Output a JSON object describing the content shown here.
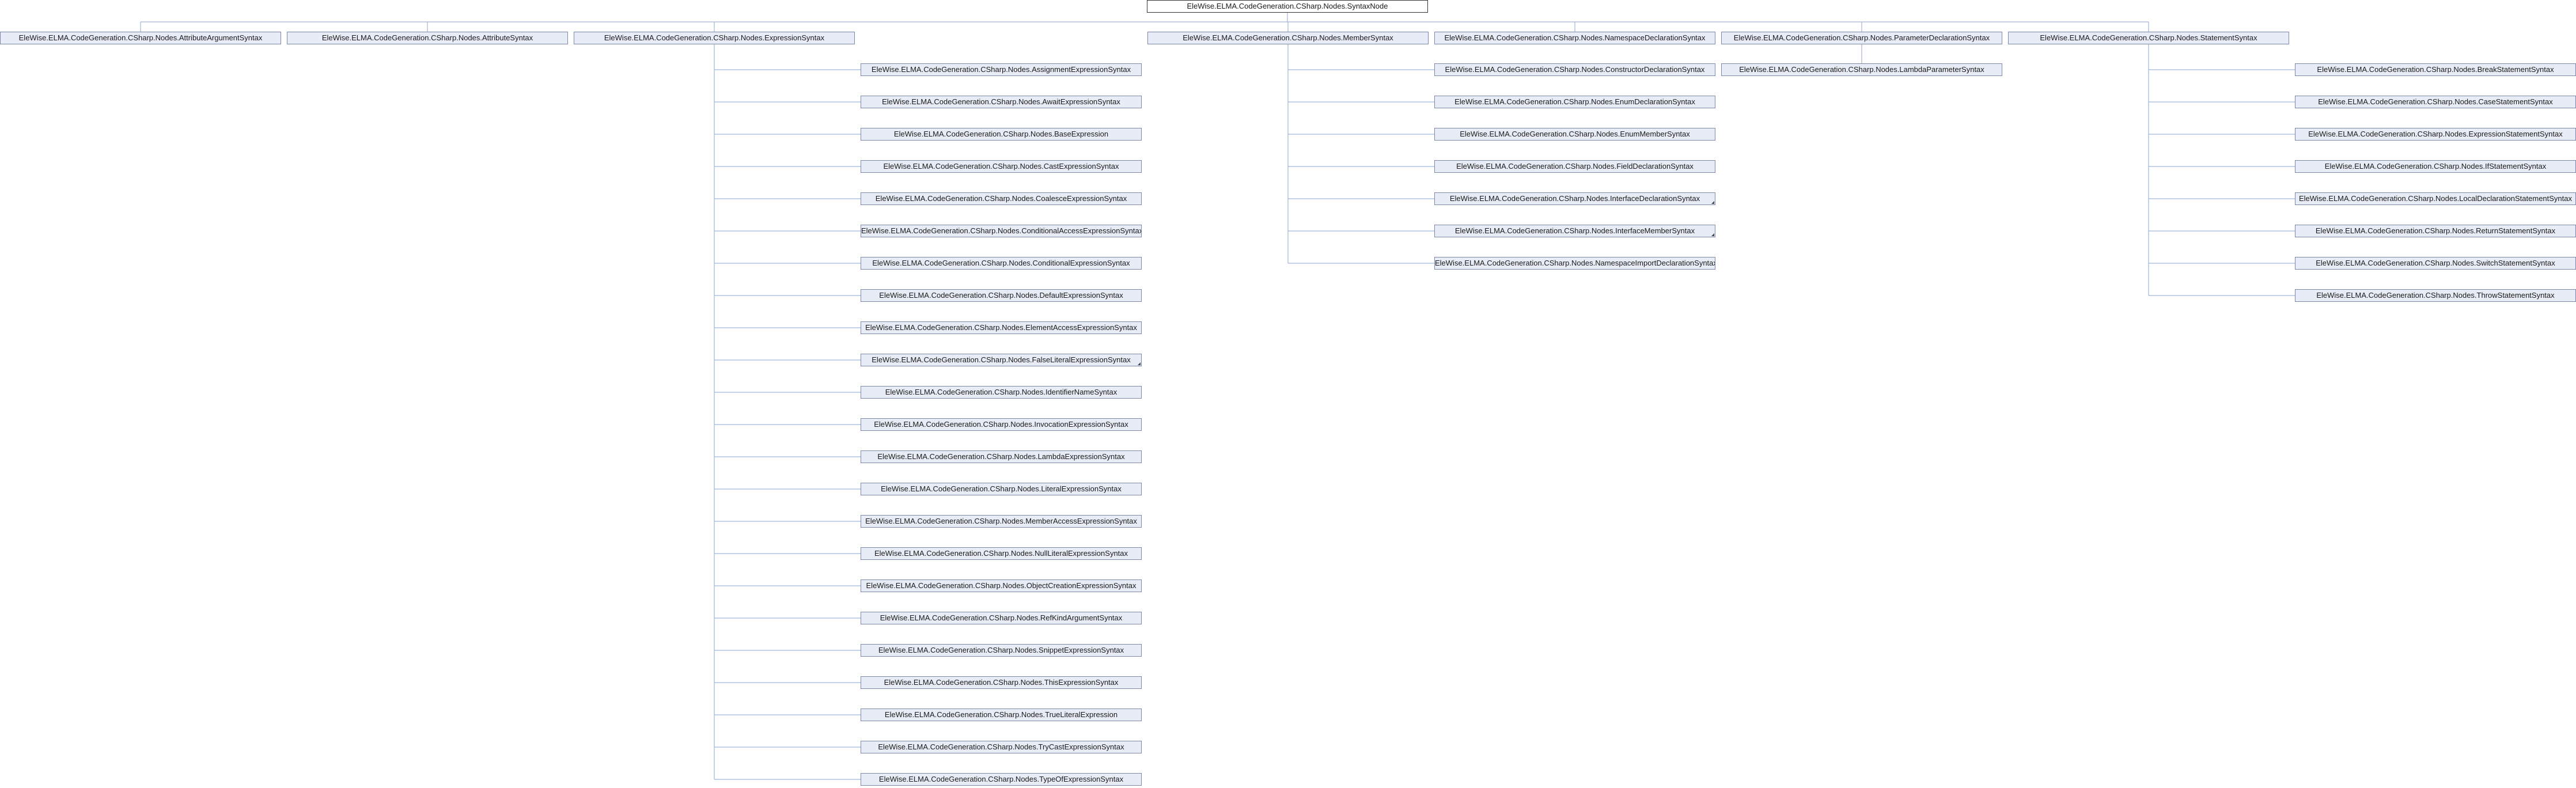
{
  "colors": {
    "node_fill": "#e8ecf6",
    "node_border": "#7a86a8",
    "root_fill": "#ffffff",
    "root_border": "#333333",
    "edge": "#9fb3d6"
  },
  "root": "EleWise.ELMA.CodeGeneration.CSharp.Nodes.SyntaxNode",
  "level1": [
    {
      "label": "EleWise.ELMA.CodeGeneration.CSharp.Nodes.AttributeArgumentSyntax",
      "children": [],
      "more": []
    },
    {
      "label": "EleWise.ELMA.CodeGeneration.CSharp.Nodes.AttributeSyntax",
      "children": [],
      "more": []
    },
    {
      "label": "EleWise.ELMA.CodeGeneration.CSharp.Nodes.ExpressionSyntax",
      "more": [
        9
      ],
      "children": [
        "EleWise.ELMA.CodeGeneration.CSharp.Nodes.AssignmentExpressionSyntax",
        "EleWise.ELMA.CodeGeneration.CSharp.Nodes.AwaitExpressionSyntax",
        "EleWise.ELMA.CodeGeneration.CSharp.Nodes.BaseExpression",
        "EleWise.ELMA.CodeGeneration.CSharp.Nodes.CastExpressionSyntax",
        "EleWise.ELMA.CodeGeneration.CSharp.Nodes.CoalesceExpressionSyntax",
        "EleWise.ELMA.CodeGeneration.CSharp.Nodes.ConditionalAccessExpressionSyntax",
        "EleWise.ELMA.CodeGeneration.CSharp.Nodes.ConditionalExpressionSyntax",
        "EleWise.ELMA.CodeGeneration.CSharp.Nodes.DefaultExpressionSyntax",
        "EleWise.ELMA.CodeGeneration.CSharp.Nodes.ElementAccessExpressionSyntax",
        "EleWise.ELMA.CodeGeneration.CSharp.Nodes.FalseLiteralExpressionSyntax",
        "EleWise.ELMA.CodeGeneration.CSharp.Nodes.IdentifierNameSyntax",
        "EleWise.ELMA.CodeGeneration.CSharp.Nodes.InvocationExpressionSyntax",
        "EleWise.ELMA.CodeGeneration.CSharp.Nodes.LambdaExpressionSyntax",
        "EleWise.ELMA.CodeGeneration.CSharp.Nodes.LiteralExpressionSyntax",
        "EleWise.ELMA.CodeGeneration.CSharp.Nodes.MemberAccessExpressionSyntax",
        "EleWise.ELMA.CodeGeneration.CSharp.Nodes.NullLiteralExpressionSyntax",
        "EleWise.ELMA.CodeGeneration.CSharp.Nodes.ObjectCreationExpressionSyntax",
        "EleWise.ELMA.CodeGeneration.CSharp.Nodes.RefKindArgumentSyntax",
        "EleWise.ELMA.CodeGeneration.CSharp.Nodes.SnippetExpressionSyntax",
        "EleWise.ELMA.CodeGeneration.CSharp.Nodes.ThisExpressionSyntax",
        "EleWise.ELMA.CodeGeneration.CSharp.Nodes.TrueLiteralExpression",
        "EleWise.ELMA.CodeGeneration.CSharp.Nodes.TryCastExpressionSyntax",
        "EleWise.ELMA.CodeGeneration.CSharp.Nodes.TypeOfExpressionSyntax"
      ]
    },
    {
      "label": "EleWise.ELMA.CodeGeneration.CSharp.Nodes.MemberSyntax",
      "more": [
        4,
        5
      ],
      "children": [
        "EleWise.ELMA.CodeGeneration.CSharp.Nodes.ConstructorDeclarationSyntax",
        "EleWise.ELMA.CodeGeneration.CSharp.Nodes.EnumDeclarationSyntax",
        "EleWise.ELMA.CodeGeneration.CSharp.Nodes.EnumMemberSyntax",
        "EleWise.ELMA.CodeGeneration.CSharp.Nodes.FieldDeclarationSyntax",
        "EleWise.ELMA.CodeGeneration.CSharp.Nodes.InterfaceDeclarationSyntax",
        "EleWise.ELMA.CodeGeneration.CSharp.Nodes.InterfaceMemberSyntax",
        "EleWise.ELMA.CodeGeneration.CSharp.Nodes.NamespaceImportDeclarationSyntax"
      ]
    },
    {
      "label": "EleWise.ELMA.CodeGeneration.CSharp.Nodes.NamespaceDeclarationSyntax",
      "children": [],
      "more": []
    },
    {
      "label": "EleWise.ELMA.CodeGeneration.CSharp.Nodes.ParameterDeclarationSyntax",
      "more": [],
      "children": [
        "EleWise.ELMA.CodeGeneration.CSharp.Nodes.LambdaParameterSyntax"
      ]
    },
    {
      "label": "EleWise.ELMA.CodeGeneration.CSharp.Nodes.StatementSyntax",
      "more": [],
      "children": [
        "EleWise.ELMA.CodeGeneration.CSharp.Nodes.BreakStatementSyntax",
        "EleWise.ELMA.CodeGeneration.CSharp.Nodes.CaseStatementSyntax",
        "EleWise.ELMA.CodeGeneration.CSharp.Nodes.ExpressionStatementSyntax",
        "EleWise.ELMA.CodeGeneration.CSharp.Nodes.IfStatementSyntax",
        "EleWise.ELMA.CodeGeneration.CSharp.Nodes.LocalDeclarationStatementSyntax",
        "EleWise.ELMA.CodeGeneration.CSharp.Nodes.ReturnStatementSyntax",
        "EleWise.ELMA.CodeGeneration.CSharp.Nodes.SwitchStatementSyntax",
        "EleWise.ELMA.CodeGeneration.CSharp.Nodes.ThrowStatementSyntax"
      ]
    }
  ]
}
